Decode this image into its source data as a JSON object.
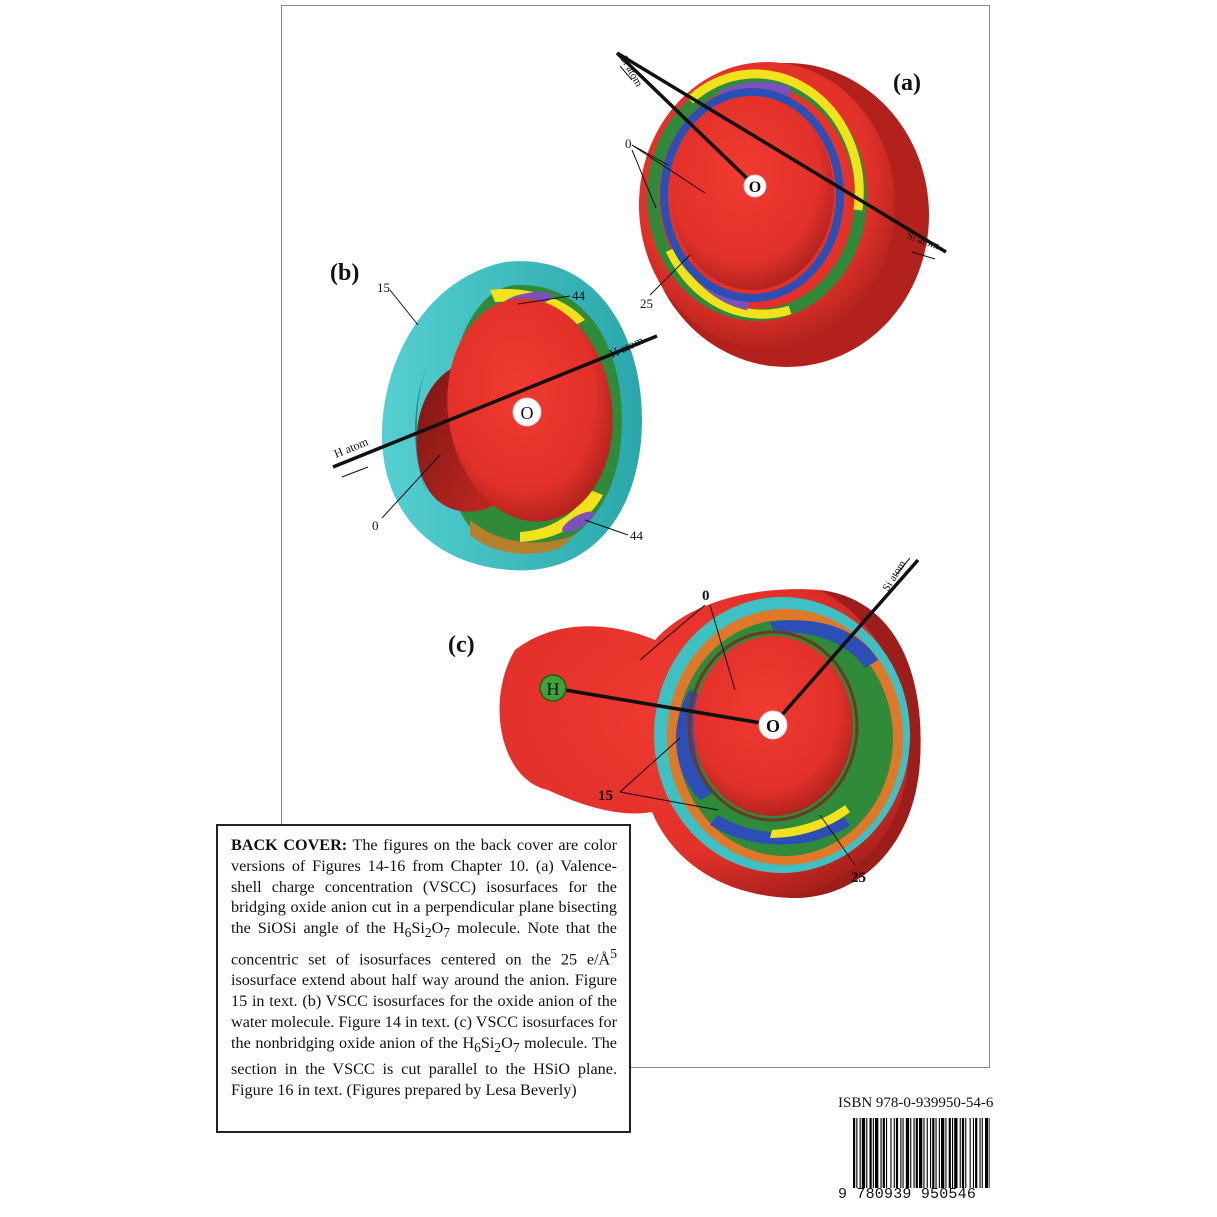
{
  "figure_labels": {
    "panel_a": "(a)",
    "panel_b": "(b)",
    "panel_c": "(c)"
  },
  "panel_a": {
    "center_atom": "O",
    "bond_label_upper": "Si atom",
    "bond_label_lower": "Si atom",
    "contour_zero": "0",
    "contour_25": "25"
  },
  "panel_b": {
    "center_atom": "O",
    "bond_label_right": "H atom",
    "bond_label_left": "H atom",
    "contour_15": "15",
    "contour_44_upper": "44",
    "contour_44_lower": "44",
    "contour_zero": "0"
  },
  "panel_c": {
    "center_atom": "O",
    "hydrogen_atom": "H",
    "bond_label": "Si atom",
    "contour_zero": "0",
    "contour_15": "15",
    "contour_25": "25"
  },
  "caption": {
    "heading": "BACK COVER:",
    "p1": " The figures on the back cover are color versions of Figures 14-16 from Chapter 10. (a) Valence-shell charge concentration (VSCC) isosurfaces for the bridging oxide anion cut in a perpendicular plane bisecting the SiOSi angle of the H",
    "sub6a": "6",
    "si2a": "Si",
    "sub2a": "2",
    "o7a": "O",
    "sub7a": "7",
    "p2": " molecule. Note that the concentric set of isosurfaces centered on the 25 e/Å",
    "sup5": "5",
    "p3": " isosurface extend about half way around the anion. Figure 15 in text. (b) VSCC isosurfaces for the oxide anion of the water molecule. Figure 14 in text. (c) VSCC isosurfaces for the nonbridging oxide anion of the H",
    "sub6b": "6",
    "si2b": "Si",
    "sub2b": "2",
    "o7b": "O",
    "sub7b": "7",
    "p4": " molecule. The section in the VSCC is cut parallel to the HSiO plane. Figure 16 in text. (Figures prepared by Lesa Beverly)"
  },
  "isbn": "ISBN 978-0-939950-54-6",
  "barcode_digits": "9 780939 950546",
  "colors": {
    "red": "#e8312a",
    "dark_red": "#8e1a17",
    "cyan": "#3fc1c4",
    "green": "#2f8a3a",
    "yellow": "#f2e21b",
    "blue": "#2b4fb4",
    "purple": "#7a52b8",
    "orange": "#e0782a",
    "atom_green": "#3ea23a"
  }
}
